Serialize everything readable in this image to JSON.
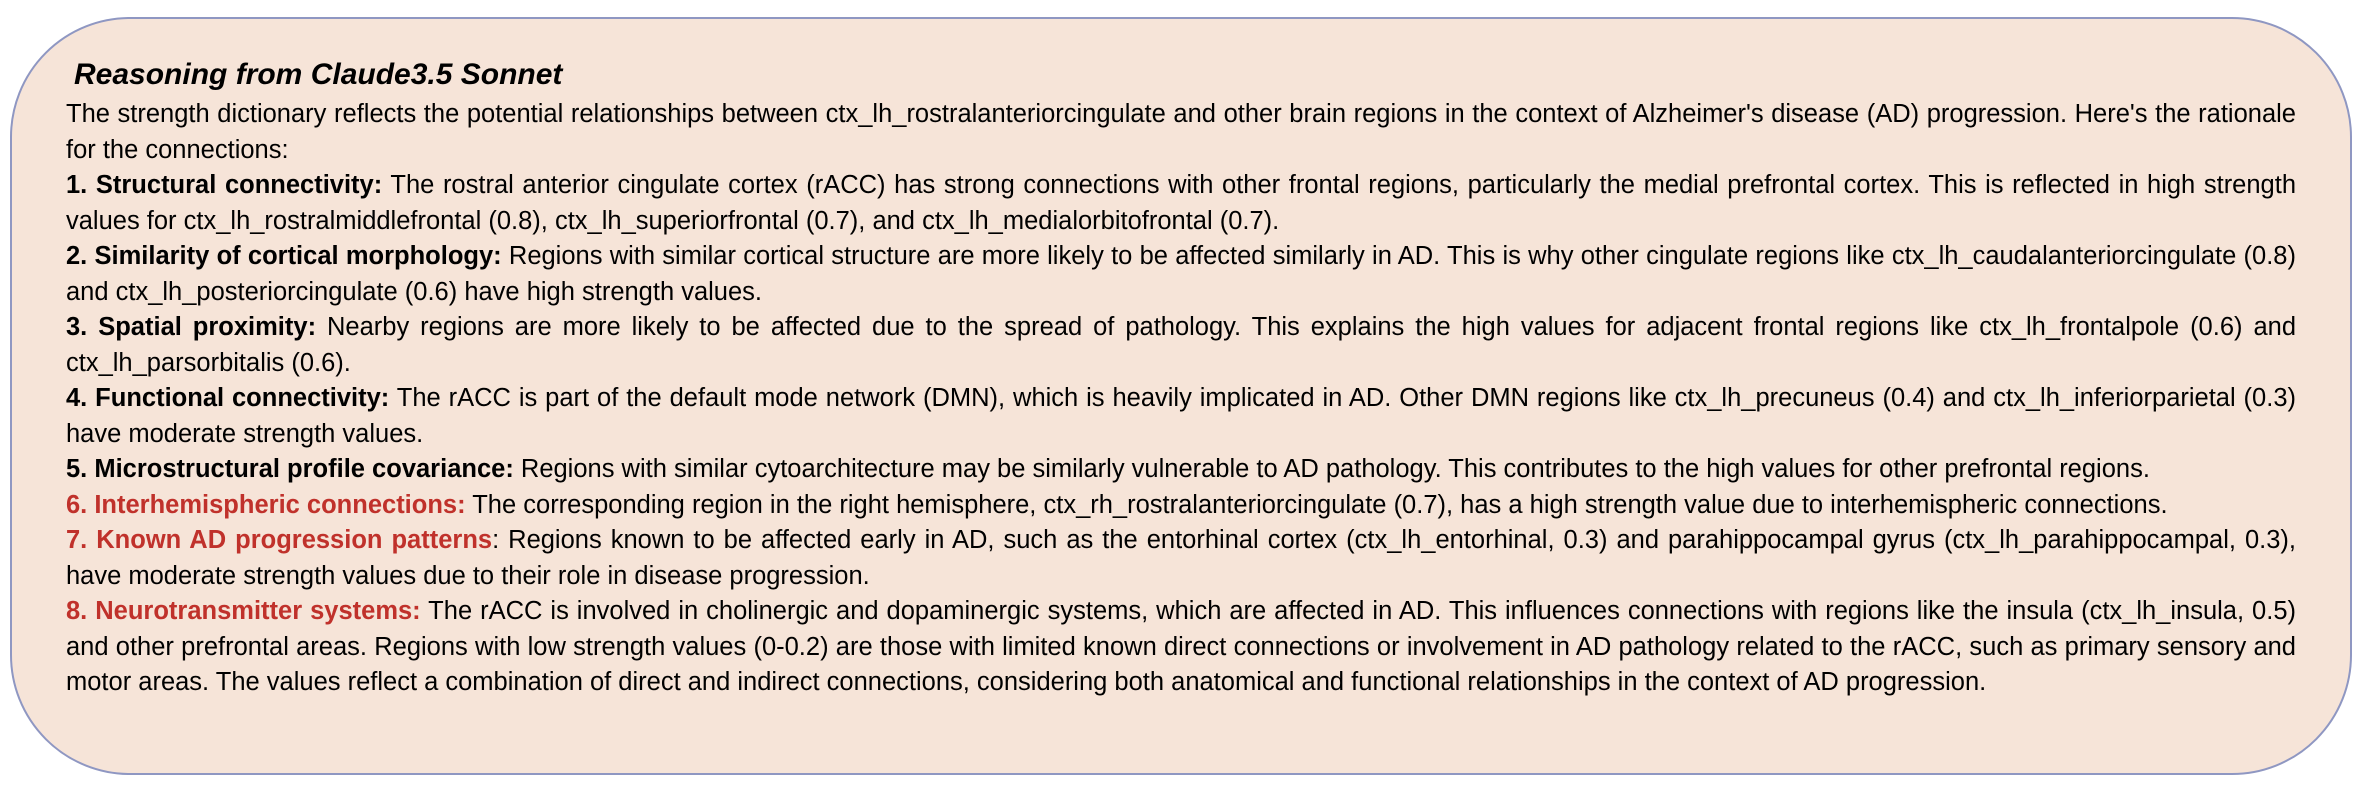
{
  "title": "Reasoning from Claude3.5 Sonnet",
  "intro": "The strength dictionary reflects the potential relationships between ctx_lh_rostralanteriorcingulate and other brain regions in the context of Alzheimer's disease (AD) progression. Here's the rationale for the connections:",
  "points": [
    {
      "heading": "1. Structural connectivity:",
      "text": " The rostral anterior cingulate cortex (rACC) has strong connections with other frontal regions, particularly the medial prefrontal cortex. This is reflected in high strength values for ctx_lh_rostralmiddlefrontal (0.8), ctx_lh_superiorfrontal (0.7), and ctx_lh_medialorbitofrontal (0.7)."
    },
    {
      "heading": "2. Similarity of cortical morphology:",
      "text": " Regions with similar cortical structure are more likely to be affected similarly in AD. This is why other cingulate regions like ctx_lh_caudalanteriorcingulate (0.8) and ctx_lh_posteriorcingulate (0.6) have high strength values."
    },
    {
      "heading": "3. Spatial proximity:",
      "text": " Nearby regions are more likely to be affected due to the spread of pathology. This explains the high values for adjacent frontal regions like ctx_lh_frontalpole (0.6) and ctx_lh_parsorbitalis (0.6)."
    },
    {
      "heading": "4. Functional connectivity:",
      "text": " The rACC is part of the default mode network (DMN), which is heavily implicated in AD. Other DMN regions like ctx_lh_precuneus (0.4) and ctx_lh_inferiorparietal (0.3) have moderate strength values."
    },
    {
      "heading": "5. Microstructural profile covariance:",
      "text": " Regions with similar cytoarchitecture may be similarly vulnerable to AD pathology. This contributes to the high values for other prefrontal regions."
    },
    {
      "heading": "6. Interhemispheric connections:",
      "text": " The corresponding region in the right hemisphere, ctx_rh_rostralanteriorcingulate (0.7), has a high strength value due to interhemispheric connections."
    },
    {
      "heading": "7. Known AD progression patterns",
      "text": ": Regions known to be affected early in AD, such as the entorhinal cortex (ctx_lh_entorhinal, 0.3) and parahippocampal gyrus (ctx_lh_parahippocampal, 0.3), have moderate strength values due to their role in disease progression."
    },
    {
      "heading": "8. Neurotransmitter systems:",
      "text": " The rACC is involved in cholinergic and dopaminergic systems, which are affected in AD. This influences connections with regions like the insula (ctx_lh_insula, 0.5) and other prefrontal areas. Regions with low strength values (0-0.2) are those with limited known direct connections or involvement in AD pathology related to the rACC, such as primary sensory and motor areas. The values reflect a combination of direct and indirect connections, considering both anatomical and functional relationships in the context of AD progression."
    }
  ],
  "colors": {
    "background": "#f6e4d8",
    "border": "#8f97c2",
    "highlight_heading": "#c0312b",
    "text": "#000000"
  }
}
